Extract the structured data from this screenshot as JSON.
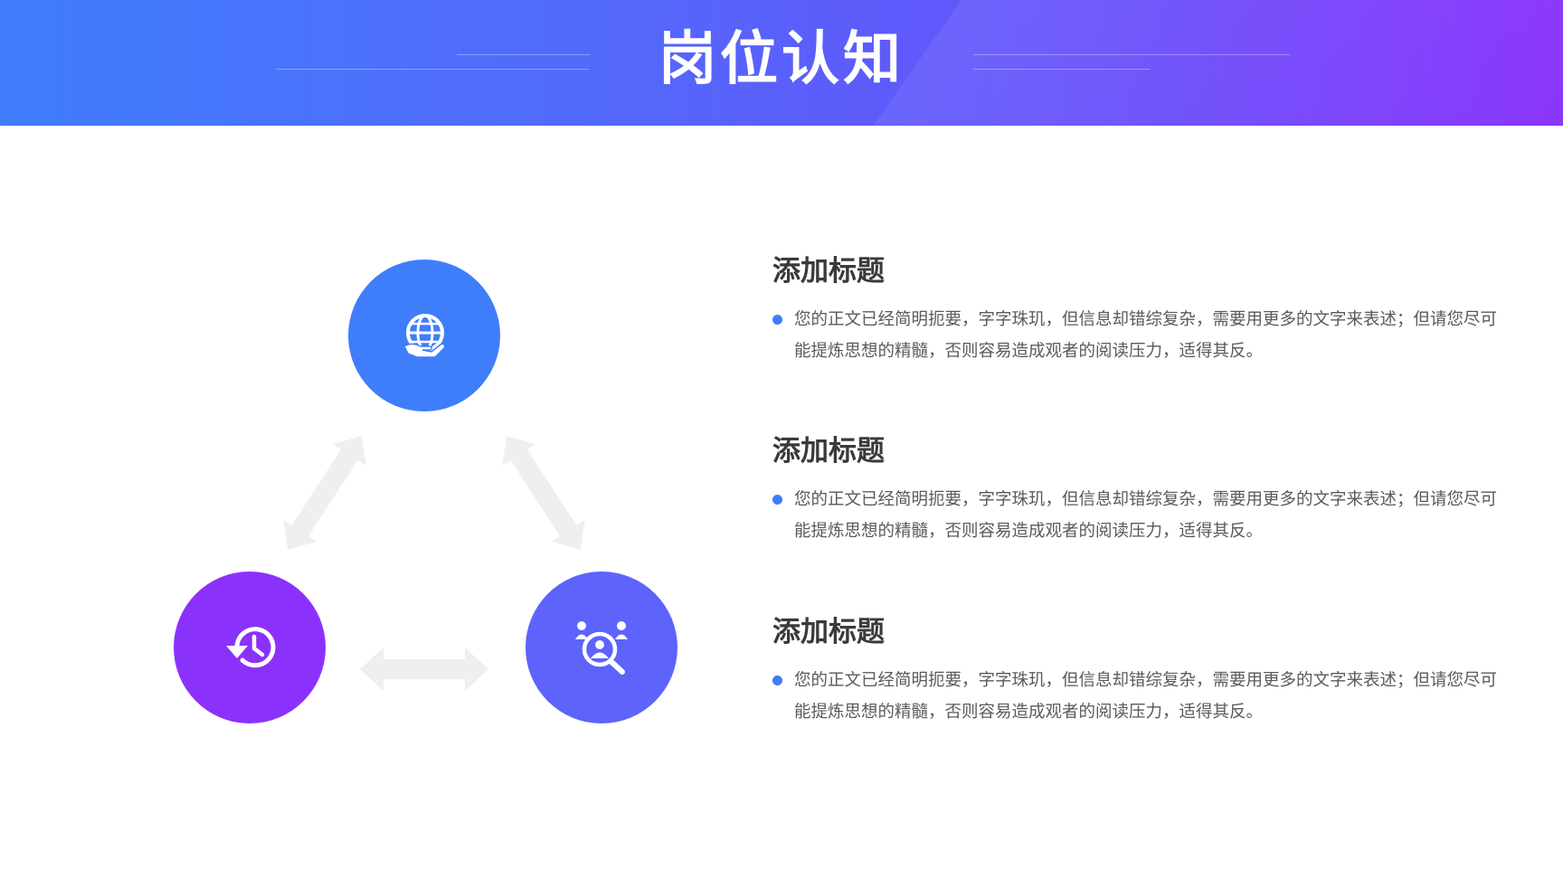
{
  "header": {
    "title": "岗位认知"
  },
  "diagram": {
    "nodes": [
      {
        "icon": "globe-hand-icon",
        "color": "#3f7efb"
      },
      {
        "icon": "history-clock-icon",
        "color": "#8a32fb"
      },
      {
        "icon": "talent-search-icon",
        "color": "#5d63fb"
      }
    ],
    "arrow_color": "#efefef"
  },
  "items": [
    {
      "title": "添加标题",
      "body": "您的正文已经简明扼要，字字珠玑，但信息却错综复杂，需要用更多的文字来表述；但请您尽可能提炼思想的精髓，否则容易造成观者的阅读压力，适得其反。"
    },
    {
      "title": "添加标题",
      "body": "您的正文已经简明扼要，字字珠玑，但信息却错综复杂，需要用更多的文字来表述；但请您尽可能提炼思想的精髓，否则容易造成观者的阅读压力，适得其反。"
    },
    {
      "title": "添加标题",
      "body": "您的正文已经简明扼要，字字珠玑，但信息却错综复杂，需要用更多的文字来表述；但请您尽可能提炼思想的精髓，否则容易造成观者的阅读压力，适得其反。"
    }
  ],
  "colors": {
    "banner_start": "#3f7dfb",
    "banner_end": "#8a33fb",
    "bullet": "#3f7efb"
  }
}
